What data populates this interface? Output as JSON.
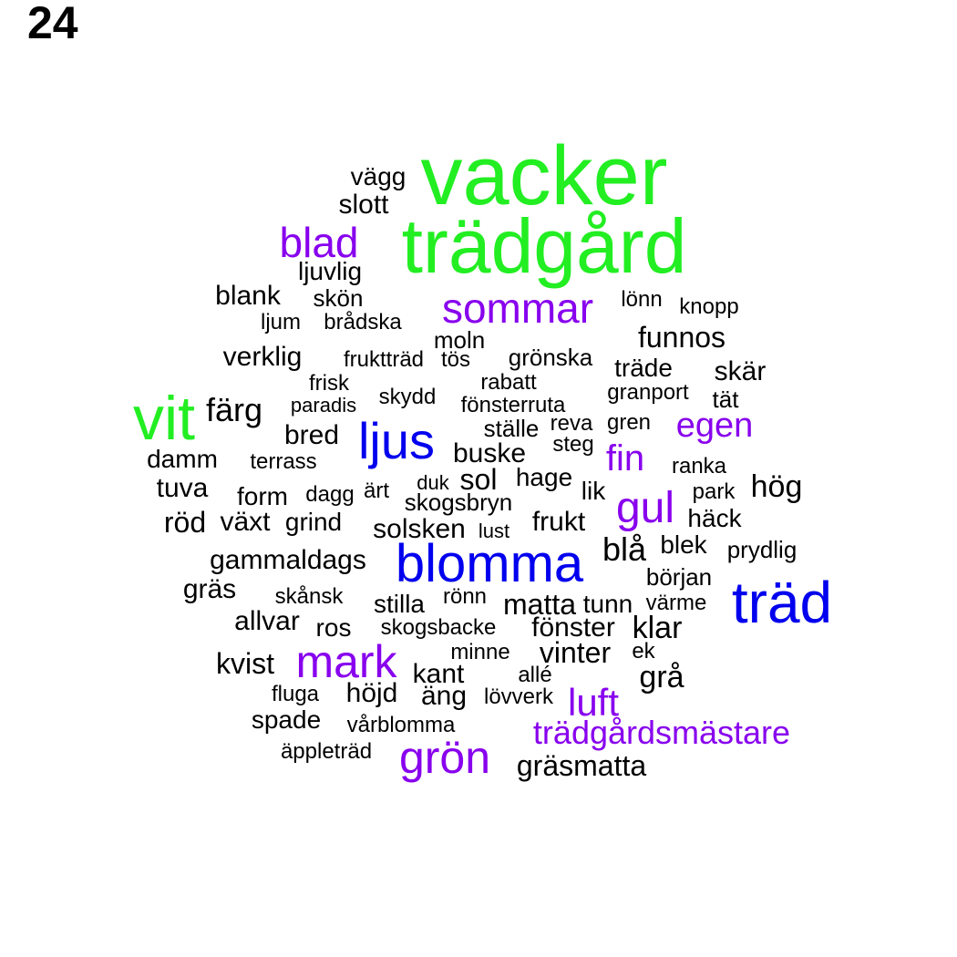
{
  "page_number": "24",
  "palette": {
    "green": "#22ee22",
    "blue": "#0000ee",
    "purple": "#8800ee",
    "black": "#000000"
  },
  "words": [
    {
      "text": "vacker",
      "tone": "green"
    },
    {
      "text": "trädgård",
      "tone": "green"
    },
    {
      "text": "vit",
      "tone": "green"
    },
    {
      "text": "träd",
      "tone": "blue"
    },
    {
      "text": "blomma",
      "tone": "blue"
    },
    {
      "text": "ljus",
      "tone": "blue"
    },
    {
      "text": "blad",
      "tone": "purple"
    },
    {
      "text": "sommar",
      "tone": "purple"
    },
    {
      "text": "mark",
      "tone": "purple"
    },
    {
      "text": "grön",
      "tone": "purple"
    },
    {
      "text": "gul",
      "tone": "purple"
    },
    {
      "text": "egen",
      "tone": "purple"
    },
    {
      "text": "fin",
      "tone": "purple"
    },
    {
      "text": "luft",
      "tone": "purple"
    },
    {
      "text": "trädgårdsmästare",
      "tone": "purple"
    },
    {
      "text": "vägg",
      "tone": "black"
    },
    {
      "text": "slott",
      "tone": "black"
    },
    {
      "text": "ljuvlig",
      "tone": "black"
    },
    {
      "text": "blank",
      "tone": "black"
    },
    {
      "text": "skön",
      "tone": "black"
    },
    {
      "text": "ljum",
      "tone": "black"
    },
    {
      "text": "brådska",
      "tone": "black"
    },
    {
      "text": "lönn",
      "tone": "black"
    },
    {
      "text": "knopp",
      "tone": "black"
    },
    {
      "text": "funnos",
      "tone": "black"
    },
    {
      "text": "moln",
      "tone": "black"
    },
    {
      "text": "verklig",
      "tone": "black"
    },
    {
      "text": "fruktträd",
      "tone": "black"
    },
    {
      "text": "tös",
      "tone": "black"
    },
    {
      "text": "grönska",
      "tone": "black"
    },
    {
      "text": "träde",
      "tone": "black"
    },
    {
      "text": "skär",
      "tone": "black"
    },
    {
      "text": "frisk",
      "tone": "black"
    },
    {
      "text": "rabatt",
      "tone": "black"
    },
    {
      "text": "färg",
      "tone": "black"
    },
    {
      "text": "paradis",
      "tone": "black"
    },
    {
      "text": "skydd",
      "tone": "black"
    },
    {
      "text": "fönsterruta",
      "tone": "black"
    },
    {
      "text": "granport",
      "tone": "black"
    },
    {
      "text": "tät",
      "tone": "black"
    },
    {
      "text": "bred",
      "tone": "black"
    },
    {
      "text": "ställe",
      "tone": "black"
    },
    {
      "text": "reva",
      "tone": "black"
    },
    {
      "text": "gren",
      "tone": "black"
    },
    {
      "text": "damm",
      "tone": "black"
    },
    {
      "text": "terrass",
      "tone": "black"
    },
    {
      "text": "buske",
      "tone": "black"
    },
    {
      "text": "steg",
      "tone": "black"
    },
    {
      "text": "ranka",
      "tone": "black"
    },
    {
      "text": "tuva",
      "tone": "black"
    },
    {
      "text": "duk",
      "tone": "black"
    },
    {
      "text": "sol",
      "tone": "black"
    },
    {
      "text": "hage",
      "tone": "black"
    },
    {
      "text": "hög",
      "tone": "black"
    },
    {
      "text": "form",
      "tone": "black"
    },
    {
      "text": "dagg",
      "tone": "black"
    },
    {
      "text": "ärt",
      "tone": "black"
    },
    {
      "text": "skogsbryn",
      "tone": "black"
    },
    {
      "text": "lik",
      "tone": "black"
    },
    {
      "text": "park",
      "tone": "black"
    },
    {
      "text": "röd",
      "tone": "black"
    },
    {
      "text": "växt",
      "tone": "black"
    },
    {
      "text": "grind",
      "tone": "black"
    },
    {
      "text": "solsken",
      "tone": "black"
    },
    {
      "text": "lust",
      "tone": "black"
    },
    {
      "text": "frukt",
      "tone": "black"
    },
    {
      "text": "häck",
      "tone": "black"
    },
    {
      "text": "gammaldags",
      "tone": "black"
    },
    {
      "text": "blå",
      "tone": "black"
    },
    {
      "text": "blek",
      "tone": "black"
    },
    {
      "text": "prydlig",
      "tone": "black"
    },
    {
      "text": "början",
      "tone": "black"
    },
    {
      "text": "gräs",
      "tone": "black"
    },
    {
      "text": "skånsk",
      "tone": "black"
    },
    {
      "text": "stilla",
      "tone": "black"
    },
    {
      "text": "rönn",
      "tone": "black"
    },
    {
      "text": "matta",
      "tone": "black"
    },
    {
      "text": "tunn",
      "tone": "black"
    },
    {
      "text": "värme",
      "tone": "black"
    },
    {
      "text": "allvar",
      "tone": "black"
    },
    {
      "text": "ros",
      "tone": "black"
    },
    {
      "text": "skogsbacke",
      "tone": "black"
    },
    {
      "text": "fönster",
      "tone": "black"
    },
    {
      "text": "klar",
      "tone": "black"
    },
    {
      "text": "minne",
      "tone": "black"
    },
    {
      "text": "vinter",
      "tone": "black"
    },
    {
      "text": "ek",
      "tone": "black"
    },
    {
      "text": "kvist",
      "tone": "black"
    },
    {
      "text": "kant",
      "tone": "black"
    },
    {
      "text": "allé",
      "tone": "black"
    },
    {
      "text": "grå",
      "tone": "black"
    },
    {
      "text": "fluga",
      "tone": "black"
    },
    {
      "text": "höjd",
      "tone": "black"
    },
    {
      "text": "äng",
      "tone": "black"
    },
    {
      "text": "lövverk",
      "tone": "black"
    },
    {
      "text": "spade",
      "tone": "black"
    },
    {
      "text": "vårblomma",
      "tone": "black"
    },
    {
      "text": "äppleträd",
      "tone": "black"
    },
    {
      "text": "gräsmatta",
      "tone": "black"
    }
  ]
}
